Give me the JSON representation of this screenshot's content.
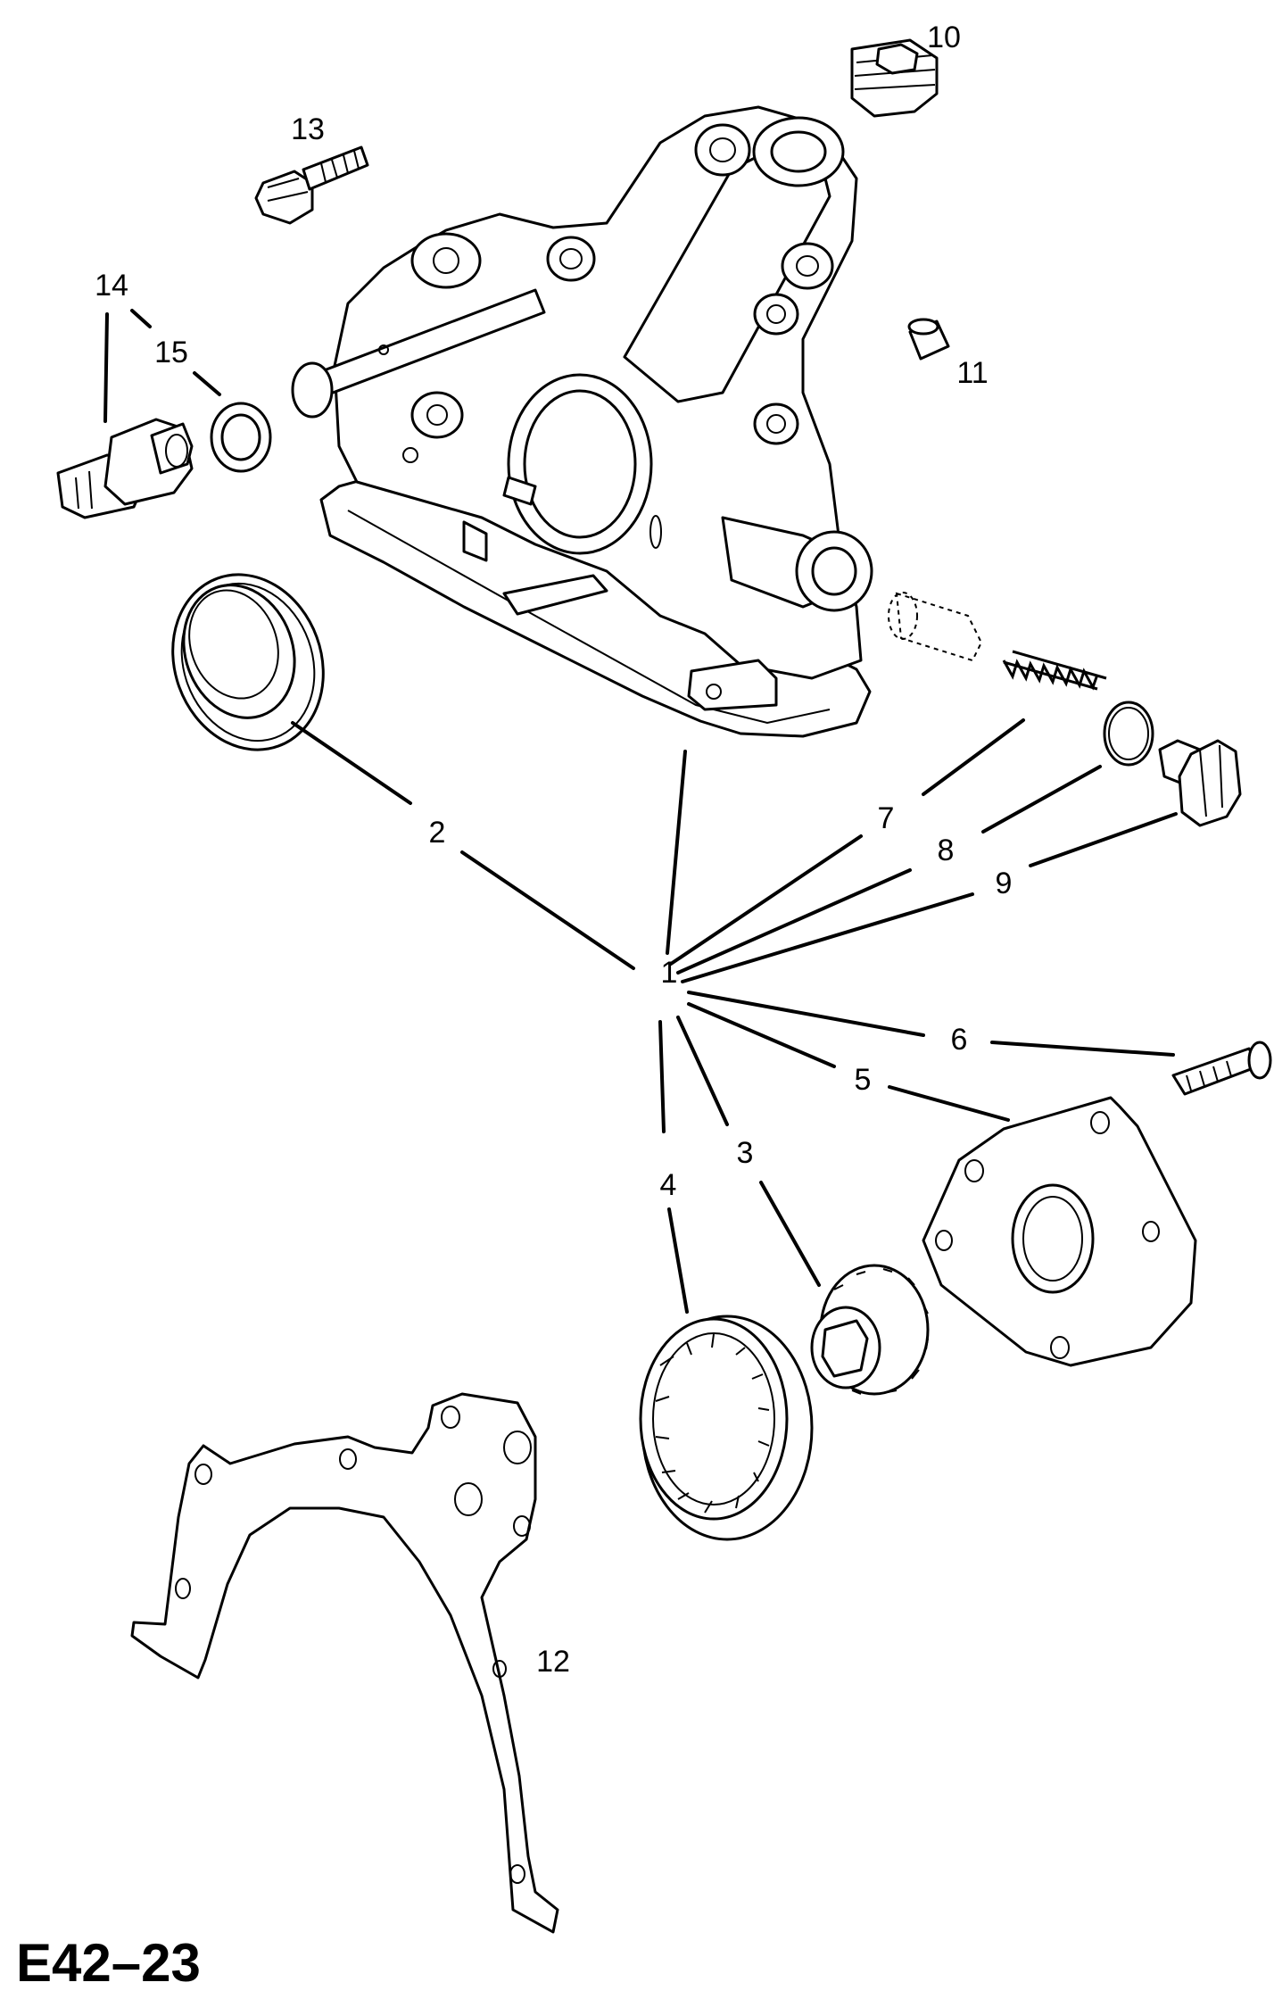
{
  "diagram_title": "E42–23",
  "callouts": {
    "c1": "1",
    "c2": "2",
    "c3": "3",
    "c4": "4",
    "c5": "5",
    "c6": "6",
    "c7": "7",
    "c8": "8",
    "c9": "9",
    "c10": "10",
    "c11": "11",
    "c12": "12",
    "c13": "13",
    "c14": "14",
    "c15": "15"
  },
  "colors": {
    "line": "#000000",
    "background": "#ffffff"
  }
}
